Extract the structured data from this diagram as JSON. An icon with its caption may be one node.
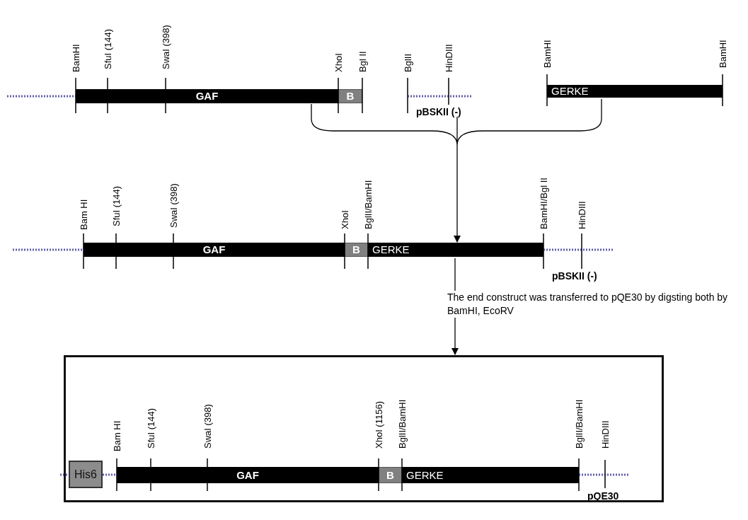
{
  "diagram": {
    "nodes": [
      {
        "text": [
          "GAF"
        ]
      },
      {
        "text": [
          "B"
        ]
      },
      {
        "text": [
          "pBSKII (-)"
        ],
        "beside": [
          "BglII",
          "HinDIII"
        ]
      },
      {
        "text": [
          "GERKE"
        ]
      },
      {
        "text": [
          "GAF"
        ]
      },
      {
        "text": [
          "B"
        ]
      },
      {
        "text": [
          "GERKE"
        ]
      },
      {
        "text": [
          "pBSKII (-)"
        ],
        "beside": [
          "BamHI/Bgl II",
          "HinDIII"
        ]
      },
      {
        "text": [],
        "shape": "box"
      },
      {
        "text": [
          "His6"
        ],
        "in": 8
      },
      {
        "text": [
          "GAF"
        ],
        "in": 8
      },
      {
        "text": [
          "B"
        ],
        "in": 8
      },
      {
        "text": [
          "GERKE"
        ],
        "in": 8
      },
      {
        "text": [
          "pQE30"
        ],
        "in": 8,
        "beside": [
          "BglII/BamHI",
          "HinDIII"
        ]
      }
    ],
    "edges": [
      {
        "from": 0,
        "to": 6,
        "arrow": "to"
      },
      {
        "from": 2,
        "to": 6,
        "arrow": "to"
      },
      {
        "from": 3,
        "to": 6,
        "arrow": "to"
      },
      {
        "from": 6,
        "to": 8,
        "arrow": "to",
        "label": "The end construct was transferred to pQE30 by digsting both by BamHI, EcoRV"
      },
      {
        "from": 9,
        "to": 10,
        "arrow": "none",
        "style": "dashed",
        "color": "#5a5ad8"
      }
    ],
    "labels": [
      "BamHI",
      "SfuI (144)",
      "SwaI (398)",
      "XhoI",
      "Bgl II",
      "BamHI",
      "BamHI",
      "Bam HI",
      "SfuI (144)",
      "SwaI (398)",
      "XhoI",
      "BglII/BamHI",
      "Bam HI",
      "SfuI (144)",
      "SwaI (398)",
      "XhoI (1156)",
      "BglII/BamHI"
    ]
  }
}
